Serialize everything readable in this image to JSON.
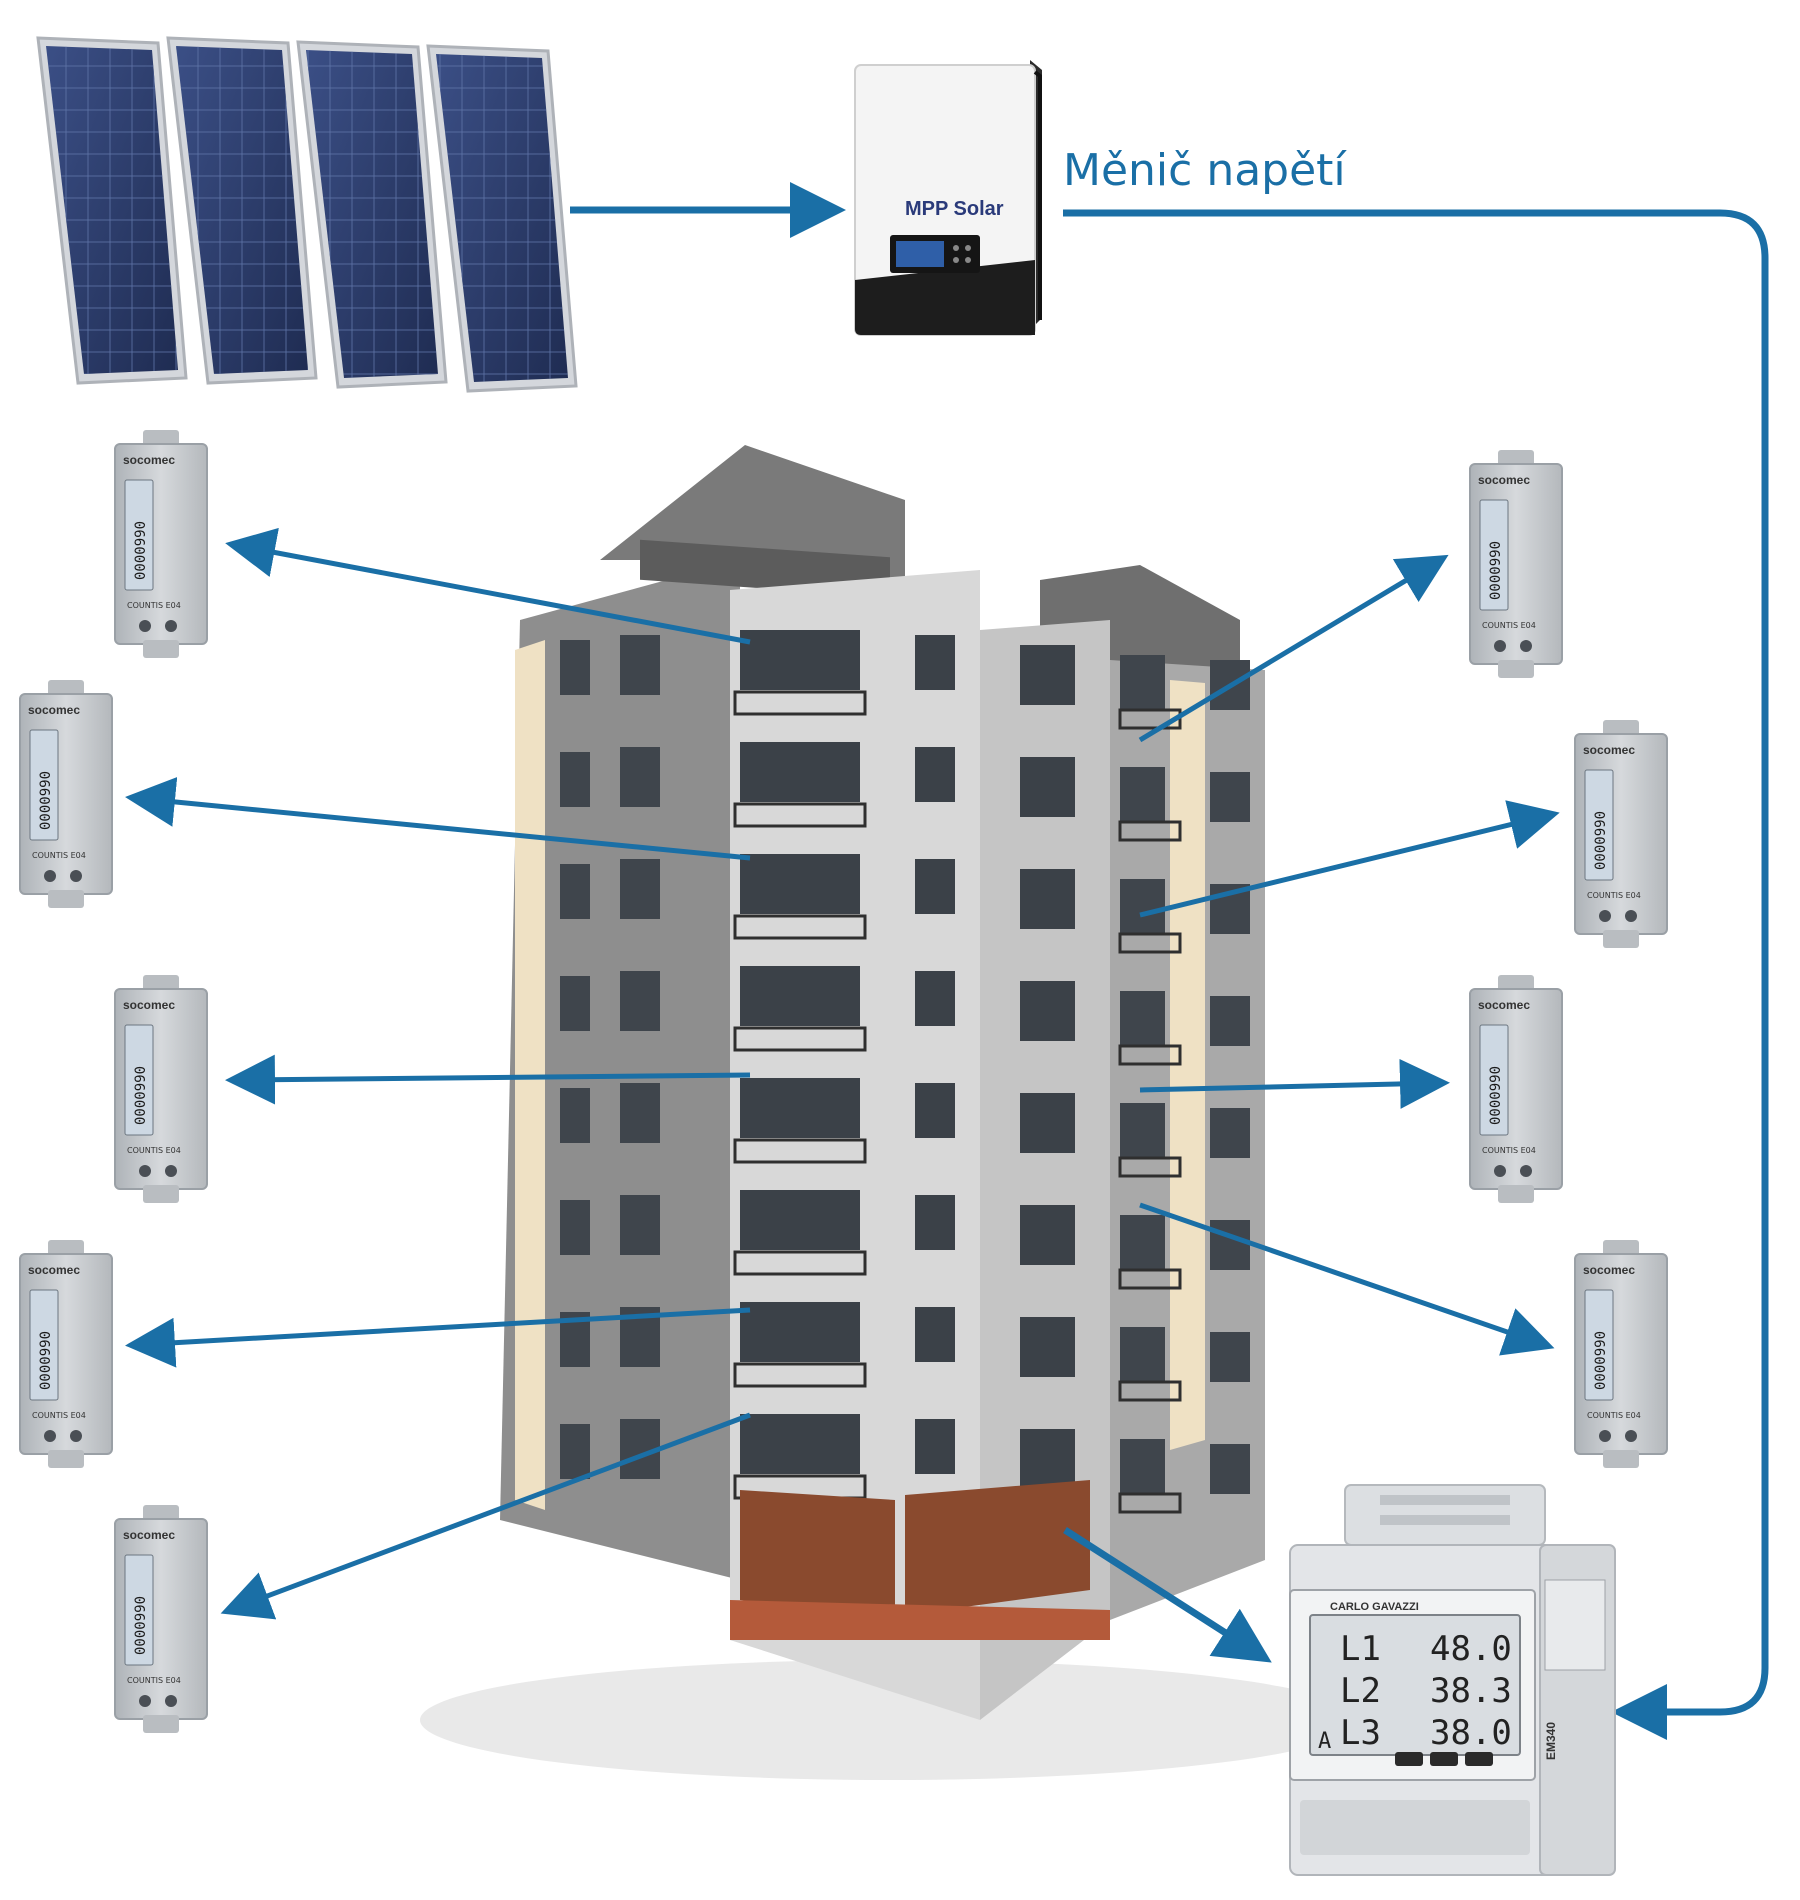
{
  "inverter": {
    "label": "Měnič napětí",
    "brand_logo_text": "MPP Solar"
  },
  "colors": {
    "arrow": "#1a6fa6",
    "panel_cell": "#2e3f6b",
    "panel_frame": "#c9ccd2",
    "building_light": "#d9d9d9",
    "building_dark": "#6d6d6d",
    "building_accent": "#f0e2c8",
    "shutter": "#8a4a2e",
    "meter_body": "#c8ccd0"
  },
  "submeter": {
    "brand": "socomec",
    "model": "COUNTIS E04",
    "reading": "0000990"
  },
  "main_meter": {
    "brand": "CARLO GAVAZZI",
    "model": "EM340",
    "rows": [
      {
        "phase": "L1",
        "value": "48.0"
      },
      {
        "phase": "L2",
        "value": "38.3"
      },
      {
        "phase": "L3",
        "value": "38.0"
      }
    ],
    "unit": "A"
  },
  "icons": {
    "solar_panels": "solar-panel-array-icon",
    "inverter": "hybrid-inverter-icon",
    "building": "apartment-building-icon",
    "submeter": "din-rail-energy-meter-icon",
    "main_meter": "three-phase-energy-meter-icon"
  }
}
